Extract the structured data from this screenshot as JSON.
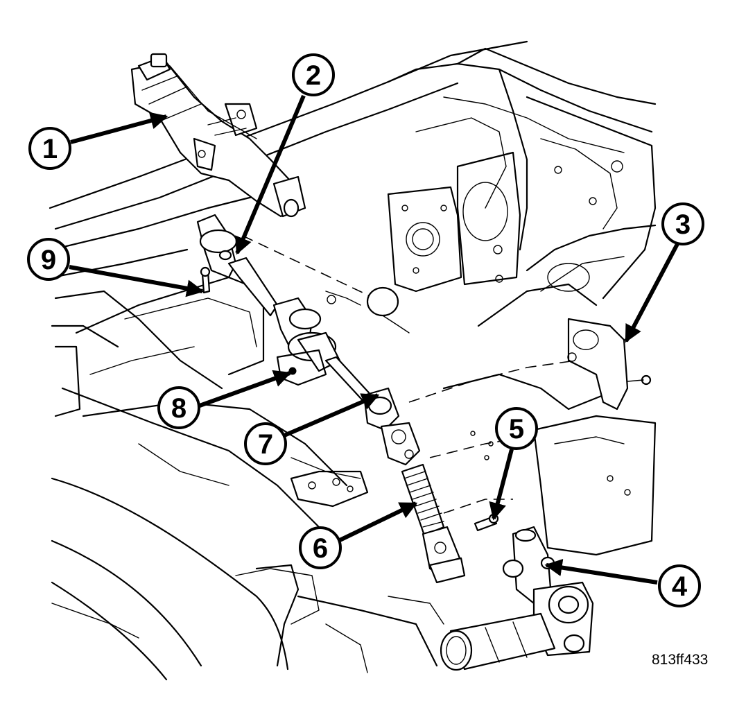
{
  "figure_id": "813ff433",
  "callouts": [
    {
      "n": "1"
    },
    {
      "n": "2"
    },
    {
      "n": "3"
    },
    {
      "n": "4"
    },
    {
      "n": "5"
    },
    {
      "n": "6"
    },
    {
      "n": "7"
    },
    {
      "n": "8"
    },
    {
      "n": "9"
    }
  ]
}
